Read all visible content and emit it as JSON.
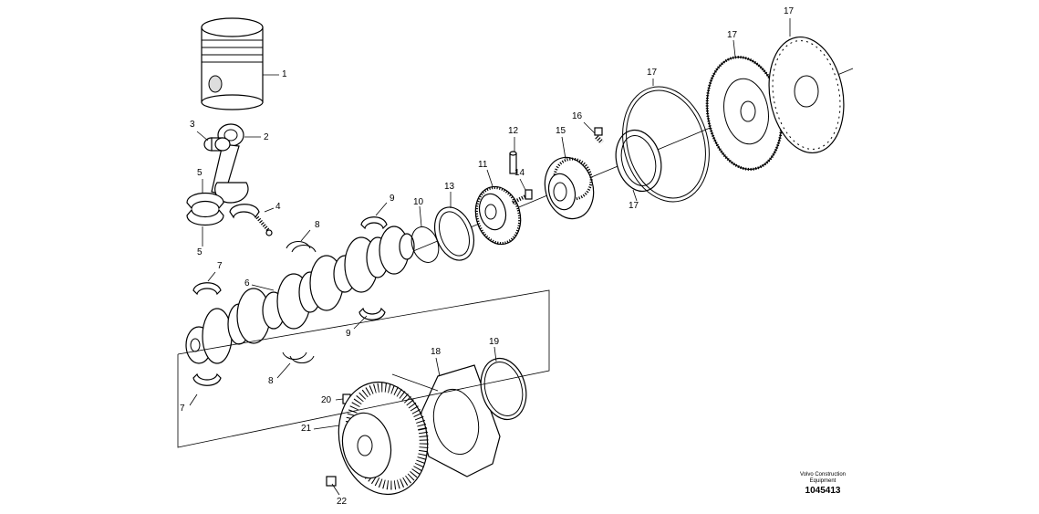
{
  "callouts": {
    "c1": "1",
    "c2": "2",
    "c3": "3",
    "c4": "4",
    "c5a": "5",
    "c5b": "5",
    "c6": "6",
    "c7a": "7",
    "c7b": "7",
    "c8a": "8",
    "c8b": "8",
    "c9a": "9",
    "c9b": "9",
    "c10": "10",
    "c11": "11",
    "c12": "12",
    "c13": "13",
    "c14": "14",
    "c15": "15",
    "c16": "16",
    "c17a": "17",
    "c17b": "17",
    "c17c": "17",
    "c17d": "17",
    "c18": "18",
    "c19": "19",
    "c20": "20",
    "c21": "21",
    "c22": "22"
  },
  "footer": {
    "publisher": "Volvo Construction\nEquipment",
    "drawing_number": "1045413"
  }
}
